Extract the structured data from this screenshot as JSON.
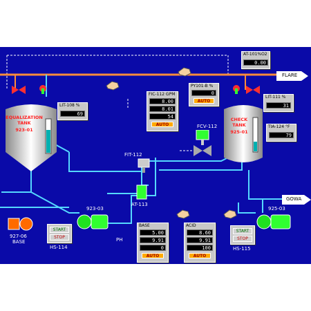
{
  "colors": {
    "background": "#0a0aa8",
    "pipe_cyan": "#55d8ff",
    "pipe_orange": "#ff8c3a",
    "auto_button": "#ffaa00",
    "tank_red_text": "#ff2020"
  },
  "header": {
    "analyzer_tag": "AT-101%O2",
    "analyzer_value": "0.00",
    "flare_label": "FLARE"
  },
  "equalization_tank": {
    "name": "EQUALIZATION TANK",
    "id": "923-01",
    "level_tag": "LIT-108",
    "level_unit": "%",
    "level_value": "69"
  },
  "check_tank": {
    "name": "CHECK TANK",
    "id": "925-01",
    "level_tag": "LIT-111",
    "level_unit": "%",
    "level_value": "31",
    "temp_tag": "TIA-124",
    "temp_unit": "°F",
    "temp_value": "79"
  },
  "fic": {
    "tag": "FIC-112 GPM",
    "values": [
      "8.00",
      "8.01",
      "54"
    ],
    "auto_label": "AUTO"
  },
  "py": {
    "tag": "PY101-B %",
    "value": "0",
    "auto_label": "AUTO"
  },
  "labels": {
    "fcv": "FCV-112",
    "fit": "FIT-112",
    "at": "AT-113",
    "ph": "PH",
    "pump1": "923-03",
    "pump2": "925-03",
    "base_pump": "927-06",
    "base_pump_label": "BASE",
    "hs1": "HS-114",
    "hs2": "HS-115",
    "gowa": "GOWA"
  },
  "base": {
    "title": "BASE",
    "values": [
      "5.00",
      "9.91",
      "0"
    ],
    "auto_label": "AUTO"
  },
  "acid": {
    "title": "ACID",
    "values": [
      "8.60",
      "9.91",
      "100"
    ],
    "auto_label": "AUTO"
  },
  "controls": {
    "start": "START",
    "stop": "STOP"
  }
}
